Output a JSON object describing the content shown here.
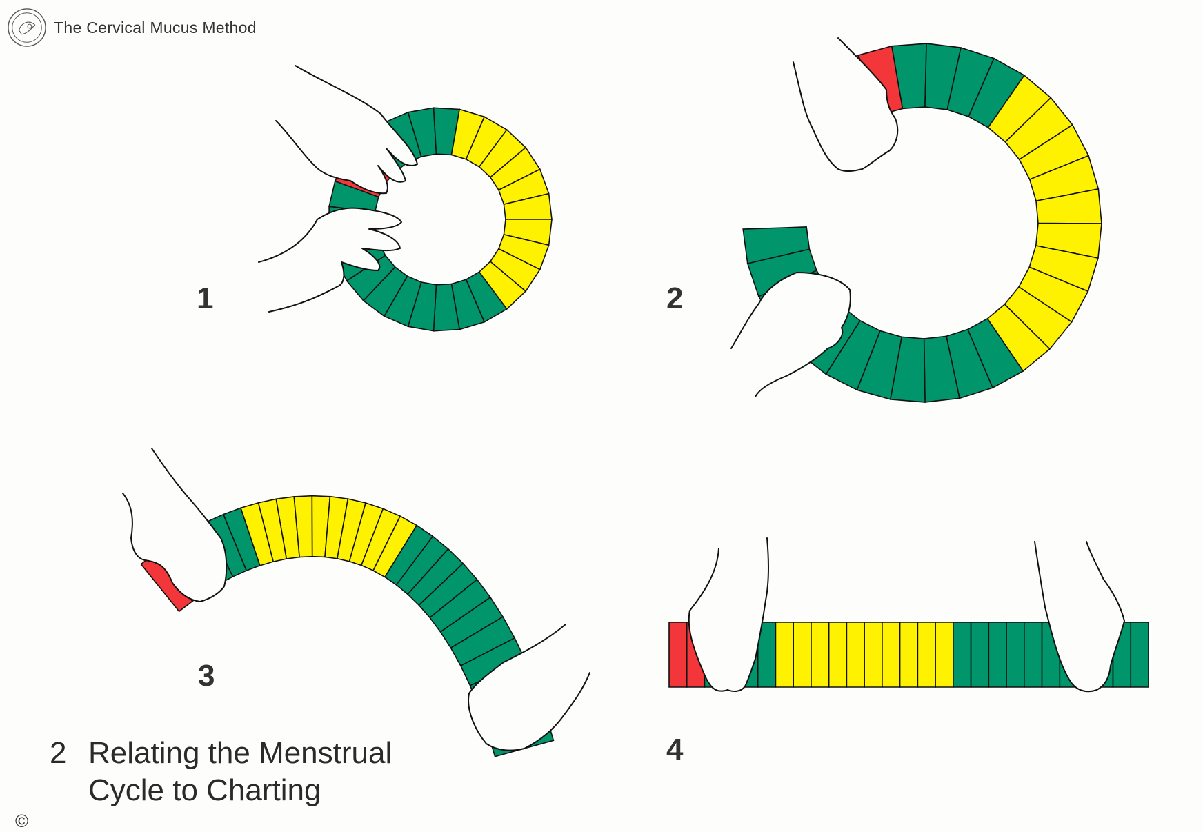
{
  "header": {
    "title": "The Cervical Mucus Method"
  },
  "panels": [
    {
      "number": "1"
    },
    {
      "number": "2"
    },
    {
      "number": "3"
    },
    {
      "number": "4"
    }
  ],
  "caption": {
    "number": "2",
    "line1": "Relating the Menstrual",
    "line2": "Cycle to Charting"
  },
  "copyright": "©",
  "colors": {
    "red": "#f2363a",
    "green": "#00956a",
    "yellow": "#fff200",
    "outline": "#111111"
  }
}
